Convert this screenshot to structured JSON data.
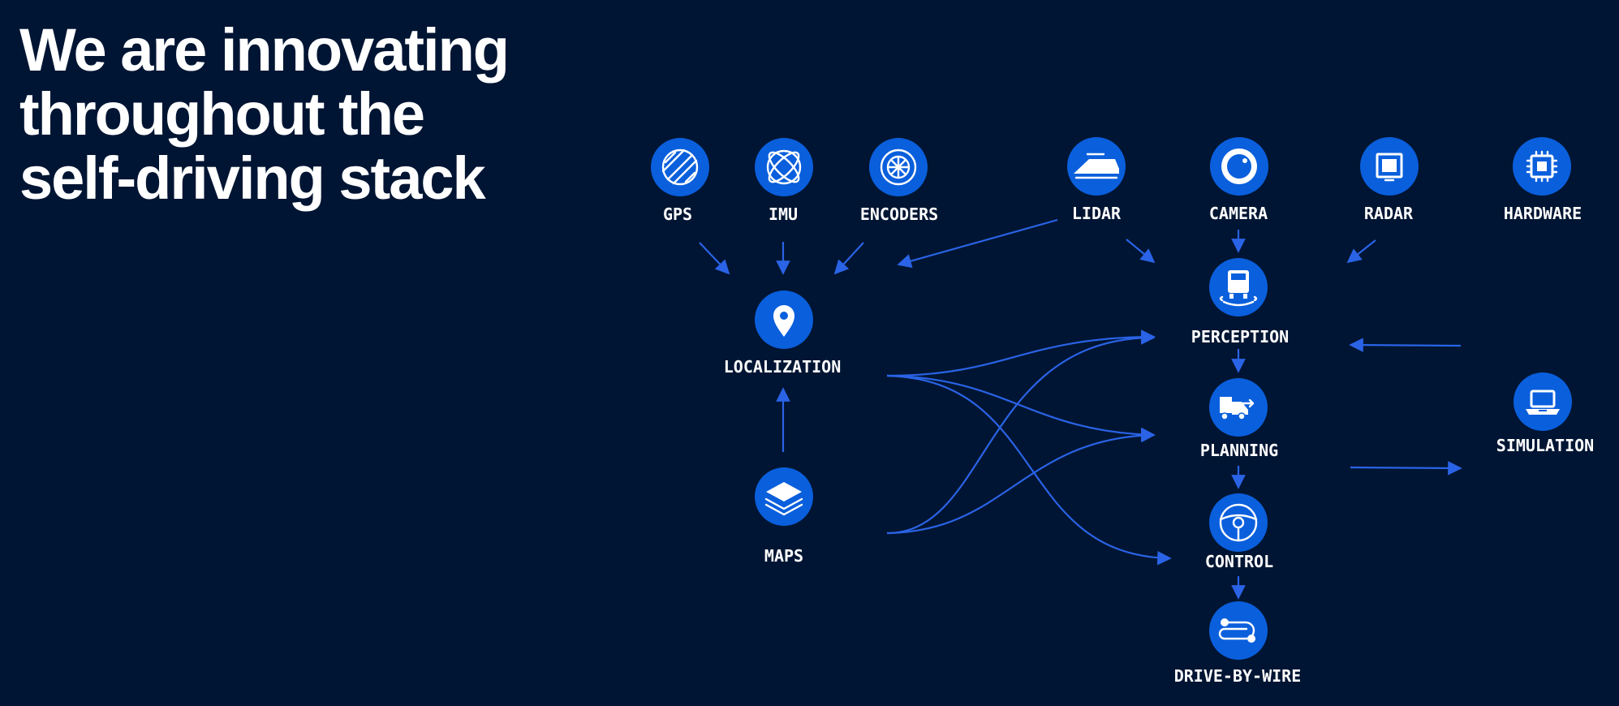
{
  "headline": {
    "line1": "We are innovating",
    "line2": "throughout the",
    "line3": "self-driving stack"
  },
  "colors": {
    "background": "#001533",
    "node": "#0a5fdc",
    "edge": "#2a63e6",
    "text": "#ffffff"
  },
  "nodes": {
    "gps": {
      "label": "GPS",
      "icon": "gps-globe-icon"
    },
    "imu": {
      "label": "IMU",
      "icon": "imu-gyroscope-icon"
    },
    "encoders": {
      "label": "ENCODERS",
      "icon": "wheel-encoder-icon"
    },
    "lidar": {
      "label": "LIDAR",
      "icon": "lidar-sensor-icon"
    },
    "camera": {
      "label": "CAMERA",
      "icon": "camera-lens-icon"
    },
    "radar": {
      "label": "RADAR",
      "icon": "radar-screen-icon"
    },
    "hardware": {
      "label": "HARDWARE",
      "icon": "chip-icon"
    },
    "localization": {
      "label": "LOCALIZATION",
      "icon": "location-pin-icon"
    },
    "maps": {
      "label": "MAPS",
      "icon": "map-layers-icon"
    },
    "perception": {
      "label": "PERCEPTION",
      "icon": "truck-sensing-icon"
    },
    "planning": {
      "label": "PLANNING",
      "icon": "truck-route-icon"
    },
    "control": {
      "label": "CONTROL",
      "icon": "steering-wheel-icon"
    },
    "drive_by_wire": {
      "label": "DRIVE-BY-WIRE",
      "icon": "wire-path-icon"
    },
    "simulation": {
      "label": "SIMULATION",
      "icon": "laptop-icon"
    }
  }
}
